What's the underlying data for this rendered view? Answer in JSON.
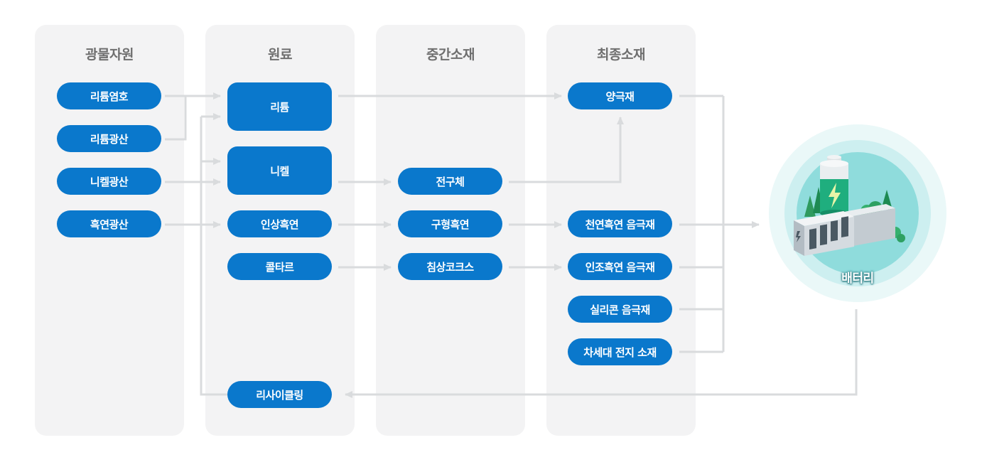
{
  "columns": [
    {
      "title": "광물자원"
    },
    {
      "title": "원료"
    },
    {
      "title": "중간소재"
    },
    {
      "title": "최종소재"
    }
  ],
  "nodes": {
    "lithium_brine": "리튬염호",
    "lithium_mine": "리튬광산",
    "nickel_mine": "니켈광산",
    "graphite_mine": "흑연광산",
    "lithium": "리튬",
    "nickel": "니켈",
    "flake_graphite": "인상흑연",
    "coal_tar": "콜타르",
    "recycling": "리사이클링",
    "precursor": "전구체",
    "spherical_graphite": "구형흑연",
    "needle_coke": "침상코크스",
    "cathode": "양극재",
    "natural_graphite_anode": "천연흑연 음극재",
    "artificial_graphite_anode": "인조흑연 음극재",
    "silicon_anode": "실리콘 음극재",
    "next_gen_material": "차세대 전지 소재"
  },
  "battery": {
    "label": "배터리"
  },
  "colors": {
    "node": "#0a78cc",
    "column_bg": "#f3f3f4",
    "column_title": "#6f6f6f",
    "arrow": "#d9dbdd",
    "battery_teal": "#8fdcdc",
    "battery_green": "#1fae7e"
  }
}
